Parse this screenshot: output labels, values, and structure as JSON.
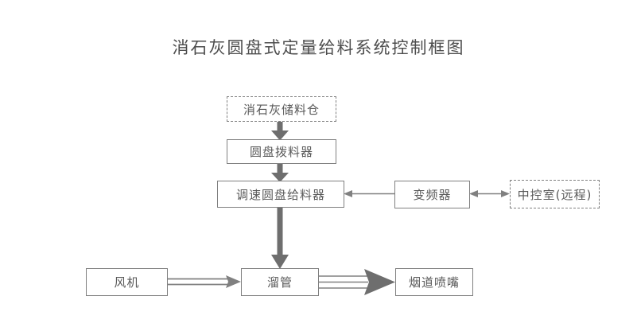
{
  "page": {
    "title": "消石灰圆盘式定量给料系统控制框图",
    "background_color": "#ffffff",
    "line_color": "#808080",
    "text_color": "#595959"
  },
  "nodes": {
    "storage_silo": {
      "label": "消石灰储料仓",
      "border": "dashed"
    },
    "disc_scraper": {
      "label": "圆盘拨料器",
      "border": "solid"
    },
    "speed_disc_feeder": {
      "label": "调速圆盘给料器",
      "border": "solid"
    },
    "inverter": {
      "label": "变频器",
      "border": "solid"
    },
    "control_room": {
      "label": "中控室(远程)",
      "border": "dashed"
    },
    "blower": {
      "label": "风机",
      "border": "solid"
    },
    "chute": {
      "label": "溜管",
      "border": "solid"
    },
    "flue_nozzle": {
      "label": "烟道喷嘴",
      "border": "solid"
    }
  },
  "connections": [
    {
      "name": "silo-to-scraper",
      "from": "storage_silo",
      "to": "disc_scraper",
      "style": "thick-arrow",
      "direction": "down"
    },
    {
      "name": "scraper-to-feeder",
      "from": "disc_scraper",
      "to": "speed_disc_feeder",
      "style": "thick-arrow",
      "direction": "down"
    },
    {
      "name": "feeder-to-chute",
      "from": "speed_disc_feeder",
      "to": "chute",
      "style": "thick-arrow",
      "direction": "down"
    },
    {
      "name": "inverter-to-feeder",
      "from": "inverter",
      "to": "speed_disc_feeder",
      "style": "thin-arrow",
      "direction": "left"
    },
    {
      "name": "inverter-control-room",
      "from": "inverter",
      "to": "control_room",
      "style": "thin-arrow",
      "direction": "both"
    },
    {
      "name": "blower-to-chute",
      "from": "blower",
      "to": "chute",
      "style": "double-line-arrow",
      "direction": "right"
    },
    {
      "name": "chute-to-nozzle",
      "from": "chute",
      "to": "flue_nozzle",
      "style": "heavy-block-arrow",
      "direction": "right"
    }
  ]
}
